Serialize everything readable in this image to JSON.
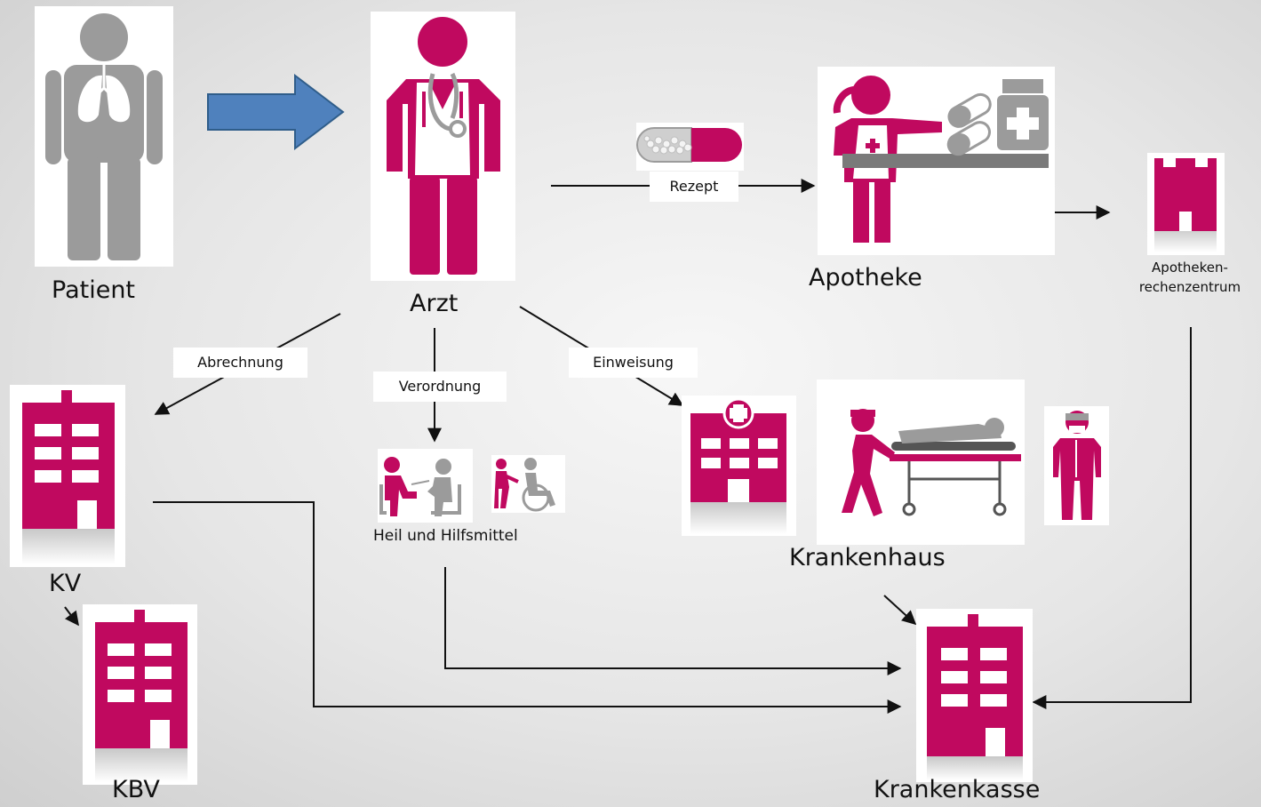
{
  "nodes": {
    "patient": "Patient",
    "arzt": "Arzt",
    "apotheke": "Apotheke",
    "rechenzentrum": [
      "Apotheken-",
      "rechenzentrum"
    ],
    "kv": "KV",
    "kbv": "KBV",
    "heilmittel": "Heil und Hilfsmittel",
    "krankenhaus": "Krankenhaus",
    "krankenkasse": "Krankenkasse"
  },
  "edges": {
    "rezept": "Rezept",
    "abrechnung": "Abrechnung",
    "verordnung": "Verordnung",
    "einweisung": "Einweisung"
  },
  "colors": {
    "magenta": "#c0095f",
    "gray": "#9b9b9b",
    "arrow_blue": "#4f81bd",
    "arrow_blue_border": "#2f5d8a",
    "line": "#111111"
  },
  "icons": [
    "patient-lungs-icon",
    "doctor-stethoscope-icon",
    "pill-capsule-icon",
    "pharmacist-icon",
    "data-center-building-icon",
    "office-building-icon",
    "therapy-icon",
    "wheelchair-icon",
    "hospital-icon",
    "stretcher-patient-icon",
    "surgeon-icon"
  ]
}
